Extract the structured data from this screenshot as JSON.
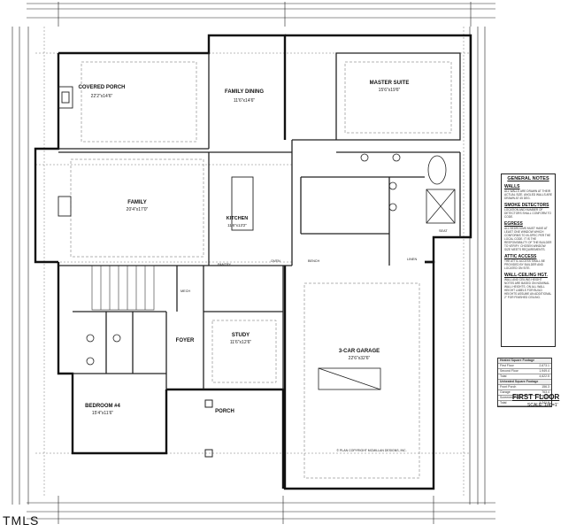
{
  "plan": {
    "rooms": {
      "covered_porch": {
        "name": "COVERED PORCH",
        "size": "22'2\"x14'6\""
      },
      "family_dining": {
        "name": "FAMILY DINING",
        "size": "11'6\"x14'6\""
      },
      "master_suite": {
        "name": "MASTER SUITE",
        "size": "15'6\"x19'6\""
      },
      "family": {
        "name": "FAMILY",
        "size": "20'4\"x17'0\""
      },
      "kitchen": {
        "name": "KITCHEN",
        "size": "11'6\"x13'2\""
      },
      "garage": {
        "name": "3-CAR GARAGE",
        "size": "22'6\"x32'6\""
      },
      "study": {
        "name": "STUDY",
        "size": "11'6\"x12'6\""
      },
      "foyer": {
        "name": "FOYER"
      },
      "bedroom": {
        "name": "BEDROOM #4",
        "size": "15'4\"x11'6\""
      },
      "porch": {
        "name": "PORCH"
      }
    },
    "small_labels": {
      "bench": "BENCH",
      "linen": "LINEN",
      "seat": "SEAT",
      "oven": "OVEN",
      "mech": "MECH",
      "pantry": "PANTRY"
    }
  },
  "notes": {
    "title": "GENERAL NOTES",
    "sections": [
      {
        "heading": "WALLS",
        "text": "ALL WALLS ARE DRAWN AT THEIR ACTUAL SIZE. ANGLED WALLS ARE DRAWN AT 45 DEG."
      },
      {
        "heading": "SMOKE DETECTORS",
        "text": "LOCATION AND NUMBER OF DETECTORS SHALL CONFORM TO CODE."
      },
      {
        "heading": "EGRESS",
        "text": "ALL BEDROOMS MUST HAVE AT LEAST ONE WINDOW WHICH CONFORMS TO IN-SPEC PER THE LOCAL CODE. IT IS THE RESPONSIBILITY OF THE BUILDER TO VERIFY. CHOSEN WINDOW SIZE MEETS REQUIREMENTS."
      },
      {
        "heading": "ATTIC ACCESS",
        "text": "THE ATTIC ACCESS SHALL BE PROVIDED BY BUILDER AND LOCATED ON SITE."
      },
      {
        "heading": "WALL-CEILING HGT.",
        "text": "WALL AND CEILING HEIGHT NOTES ARE BASED ON NOMINAL WALL HEIGHTS. ON ALL WALL HEIGHT LABELS FOR BUILD HEIGHTS ASSUME AN ADDITIONAL 2\" FOR FINISHED CEILING."
      }
    ]
  },
  "sqft_table": {
    "heated_header": "Heated Square Footage",
    "heated": [
      {
        "label": "First Floor",
        "value": "2,673.1"
      },
      {
        "label": "Second Floor",
        "value": "1,949.4"
      },
      {
        "label": "Total",
        "value": "4,622.5"
      }
    ],
    "unheated_header": "Unheated Square Footage",
    "unheated": [
      {
        "label": "Front Porch",
        "value": "156.3"
      },
      {
        "label": "Garage",
        "value": "763.4"
      },
      {
        "label": "Screened Porch",
        "value": "319.2"
      },
      {
        "label": "Total",
        "value": "1,241.9"
      }
    ]
  },
  "title_block": {
    "title": "FIRST FLOOR",
    "scale": "SCALE: 1/4\"=1'"
  },
  "copyright": "© PLAN COPYRIGHT MCMILLAN DESIGNS, INC.",
  "watermark": "TMLS"
}
